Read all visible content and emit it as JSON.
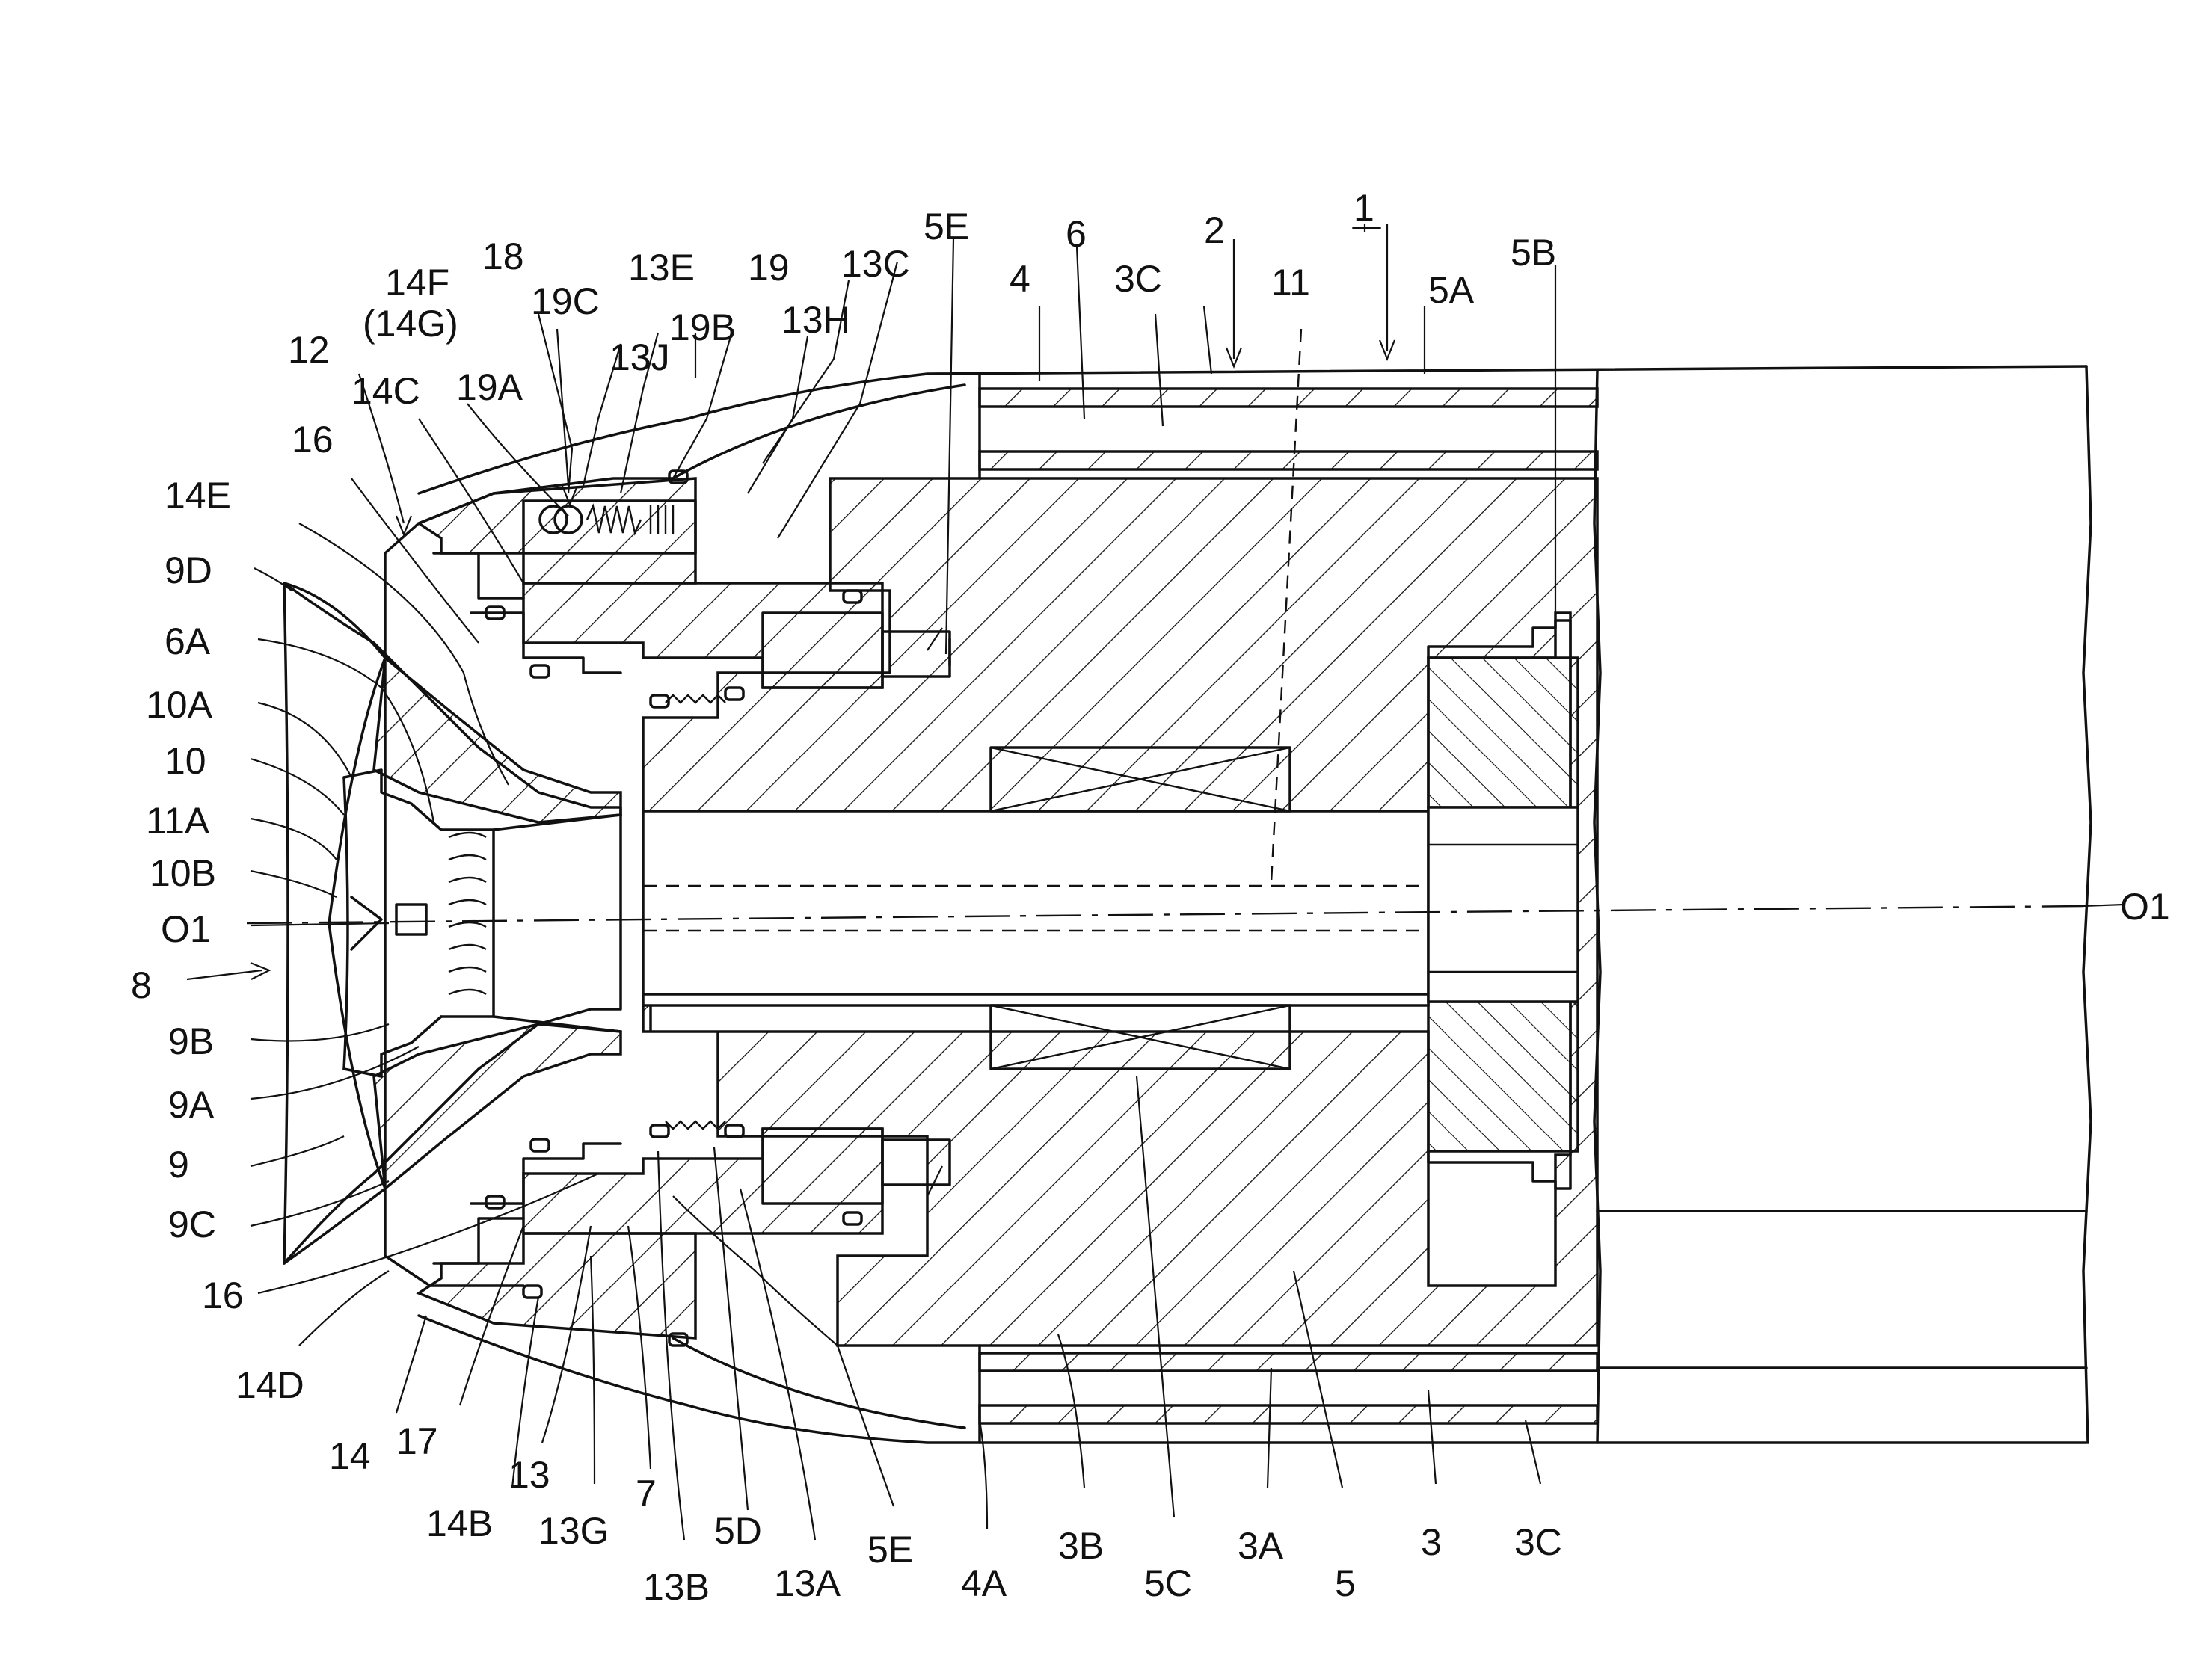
{
  "figure": {
    "labels": [
      {
        "id": "1",
        "text": "1"
      },
      {
        "id": "2",
        "text": "2"
      },
      {
        "id": "3",
        "text": "3"
      },
      {
        "id": "3A",
        "text": "3A"
      },
      {
        "id": "3B",
        "text": "3B"
      },
      {
        "id": "3C_top",
        "text": "3C"
      },
      {
        "id": "3C_bottom",
        "text": "3C"
      },
      {
        "id": "4",
        "text": "4"
      },
      {
        "id": "4A",
        "text": "4A"
      },
      {
        "id": "5",
        "text": "5"
      },
      {
        "id": "5A",
        "text": "5A"
      },
      {
        "id": "5B",
        "text": "5B"
      },
      {
        "id": "5C",
        "text": "5C"
      },
      {
        "id": "5D",
        "text": "5D"
      },
      {
        "id": "5E_top",
        "text": "5E"
      },
      {
        "id": "5E_bottom",
        "text": "5E"
      },
      {
        "id": "6",
        "text": "6"
      },
      {
        "id": "6A",
        "text": "6A"
      },
      {
        "id": "7",
        "text": "7"
      },
      {
        "id": "8",
        "text": "8"
      },
      {
        "id": "9",
        "text": "9"
      },
      {
        "id": "9A",
        "text": "9A"
      },
      {
        "id": "9B",
        "text": "9B"
      },
      {
        "id": "9C",
        "text": "9C"
      },
      {
        "id": "9D",
        "text": "9D"
      },
      {
        "id": "10",
        "text": "10"
      },
      {
        "id": "10A",
        "text": "10A"
      },
      {
        "id": "10B",
        "text": "10B"
      },
      {
        "id": "11",
        "text": "11"
      },
      {
        "id": "11A",
        "text": "11A"
      },
      {
        "id": "12",
        "text": "12"
      },
      {
        "id": "13",
        "text": "13"
      },
      {
        "id": "13A",
        "text": "13A"
      },
      {
        "id": "13B",
        "text": "13B"
      },
      {
        "id": "13C",
        "text": "13C"
      },
      {
        "id": "13E",
        "text": "13E"
      },
      {
        "id": "13G",
        "text": "13G"
      },
      {
        "id": "13H",
        "text": "13H"
      },
      {
        "id": "13J",
        "text": "13J"
      },
      {
        "id": "14",
        "text": "14"
      },
      {
        "id": "14B",
        "text": "14B"
      },
      {
        "id": "14C",
        "text": "14C"
      },
      {
        "id": "14D",
        "text": "14D"
      },
      {
        "id": "14E",
        "text": "14E"
      },
      {
        "id": "14F",
        "text": "14F"
      },
      {
        "id": "14G",
        "text": "(14G)"
      },
      {
        "id": "16_top",
        "text": "16"
      },
      {
        "id": "16_bottom",
        "text": "16"
      },
      {
        "id": "17",
        "text": "17"
      },
      {
        "id": "18",
        "text": "18"
      },
      {
        "id": "19",
        "text": "19"
      },
      {
        "id": "19A",
        "text": "19A"
      },
      {
        "id": "19B",
        "text": "19B"
      },
      {
        "id": "19C",
        "text": "19C"
      },
      {
        "id": "O1_left",
        "text": "O1"
      },
      {
        "id": "O1_right",
        "text": "O1"
      }
    ]
  }
}
